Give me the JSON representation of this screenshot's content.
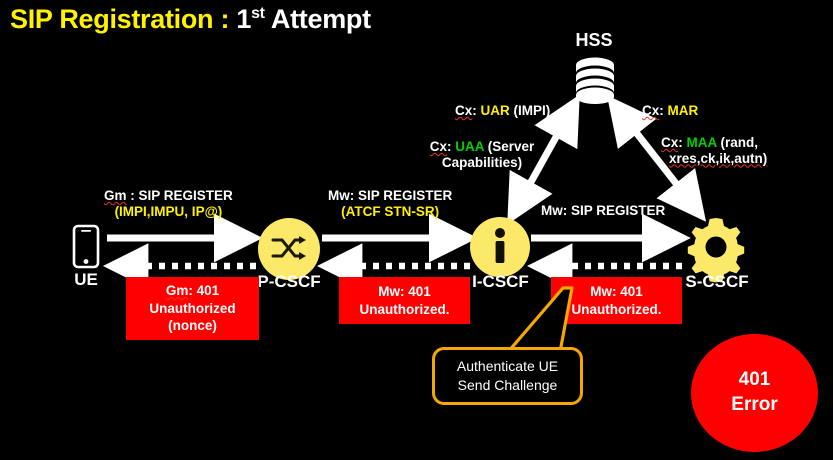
{
  "title": {
    "main": "SIP Registration : ",
    "attempt_num": "1",
    "attempt_sup": "st",
    "attempt_word": " Attempt"
  },
  "nodes": [
    {
      "id": "ue",
      "label": "UE",
      "icon": "smartphone-icon"
    },
    {
      "id": "pcscf",
      "label": "P-CSCF",
      "icon": "shuffle-icon"
    },
    {
      "id": "icscf",
      "label": "I-CSCF",
      "icon": "info-icon"
    },
    {
      "id": "scscf",
      "label": "S-CSCF",
      "icon": "gear-icon"
    },
    {
      "id": "hss",
      "label": "HSS",
      "icon": "database-icon"
    }
  ],
  "edge_labels": {
    "gm_register_line1_a": "Gm",
    "gm_register_line1_b": " : SIP REGISTER",
    "gm_register_line2": "(IMPI,IMPU, IP@)",
    "mw_register_atcf_line1": "Mw: SIP    REGISTER",
    "mw_register_atcf_line2": "(ATCF STN-SR)",
    "mw_register": "Mw: SIP REGISTER",
    "cx_uar_prefix": "Cx",
    "cx_uar_sep": ": ",
    "cx_uar_code": "UAR",
    "cx_uar_suffix": " (IMPI)",
    "cx_uaa_prefix": "Cx",
    "cx_uaa_sep": ": ",
    "cx_uaa_code": "UAA",
    "cx_uaa_suffix": " (Server",
    "cx_uaa_line2": "Capabilities)",
    "cx_mar_prefix": "Cx",
    "cx_mar_sep": ": ",
    "cx_mar_code": "MAR",
    "cx_maa_prefix": "Cx",
    "cx_maa_sep": ": ",
    "cx_maa_code": "MAA",
    "cx_maa_suffix": " (rand,",
    "cx_maa_line2": "xres,ck,ik,autn)"
  },
  "red_boxes": [
    {
      "id": "gm-401",
      "line1_a": "Gm",
      "line1_b": ": 401",
      "line2": "Unauthorized",
      "line3": "(nonce)"
    },
    {
      "id": "mw-401-a",
      "line1_a": "Mw",
      "line1_b": ": 401",
      "line2": "Unauthorized.",
      "line3": ""
    },
    {
      "id": "mw-401-b",
      "line1_a": "Mw",
      "line1_b": ": 401",
      "line2": "Unauthorized.",
      "line3": ""
    }
  ],
  "callout": {
    "line1": "Authenticate UE",
    "line2": "Send Challenge"
  },
  "error_badge": {
    "code": "401",
    "word": "Error"
  },
  "colors": {
    "background": "#000000",
    "title_accent": "#FFF200",
    "node_fill": "#FCE96A",
    "error_red": "#FF0000",
    "callout_border": "#F5A800",
    "code_yellow": "#FFF200",
    "code_green": "#00D000",
    "spellcheck_red": "#E8322A",
    "arrow_white": "#FFFFFF"
  }
}
